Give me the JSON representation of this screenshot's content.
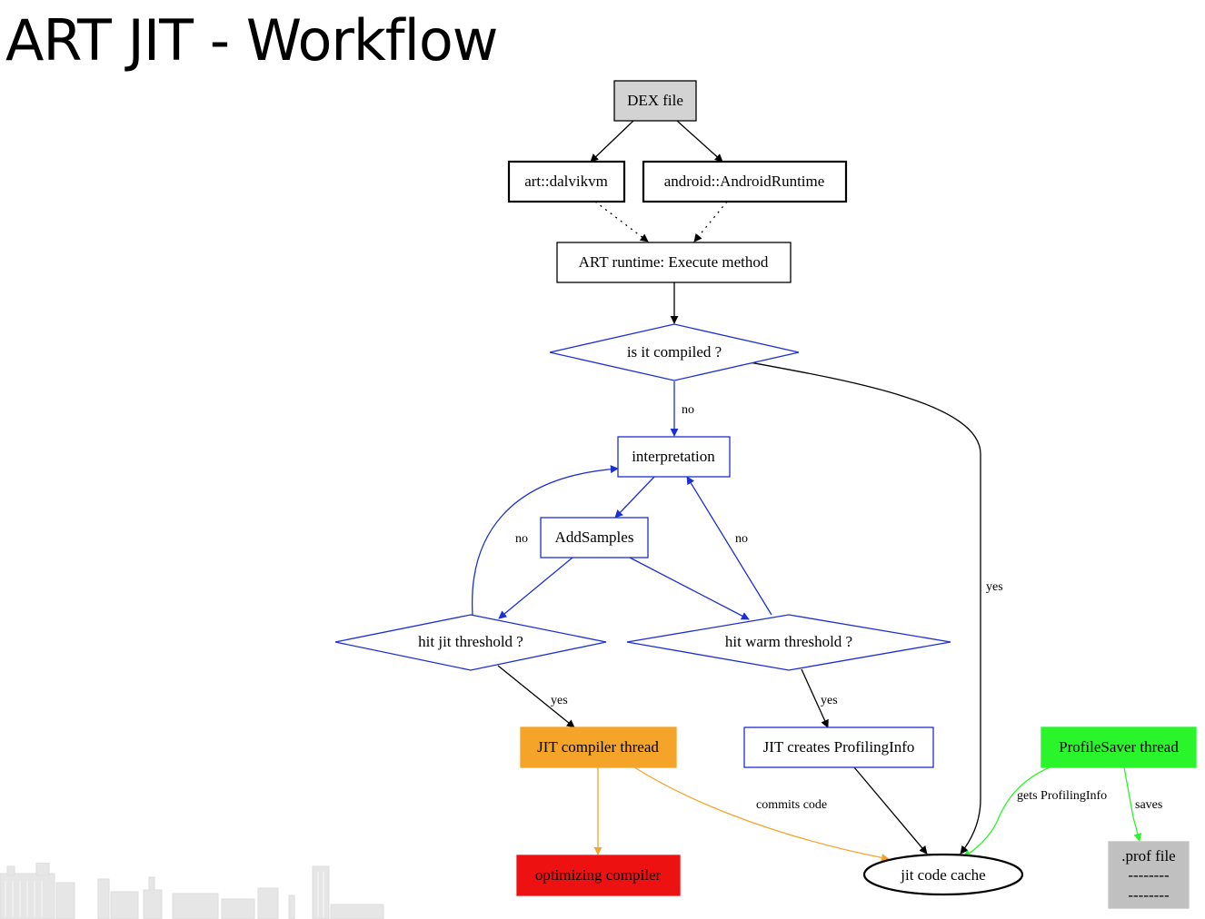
{
  "title": "ART JIT - Workflow",
  "colors": {
    "blue": "#1c2fd1",
    "black": "#000000",
    "orange": "#f5a42a",
    "red": "#ee1111",
    "green": "#2af52a",
    "gray_node": "#d3d3d3",
    "gray_file": "#c0c0c0"
  },
  "nodes": {
    "dex_file": "DEX file",
    "dalvikvm": "art::dalvikvm",
    "android_runtime": "android::AndroidRuntime",
    "execute_method": "ART runtime: Execute method",
    "is_compiled": "is it compiled ?",
    "interpretation": "interpretation",
    "add_samples": "AddSamples",
    "hit_jit_threshold": "hit jit threshold ?",
    "hit_warm_threshold": "hit warm threshold ?",
    "jit_compiler_thread": "JIT compiler thread",
    "jit_profiling_info": "JIT creates ProfilingInfo",
    "profile_saver_thread": "ProfileSaver thread",
    "optimizing_compiler": "optimizing compiler",
    "jit_code_cache": "jit code cache",
    "prof_file": ".prof file",
    "prof_file_line1": "--------",
    "prof_file_line2": "--------"
  },
  "edges": {
    "no_compiled": "no",
    "yes_compiled": "yes",
    "no_jit": "no",
    "no_warm": "no",
    "yes_jit": "yes",
    "yes_warm": "yes",
    "commits_code": "commits code",
    "gets_profiling_info": "gets ProfilingInfo",
    "saves": "saves"
  }
}
